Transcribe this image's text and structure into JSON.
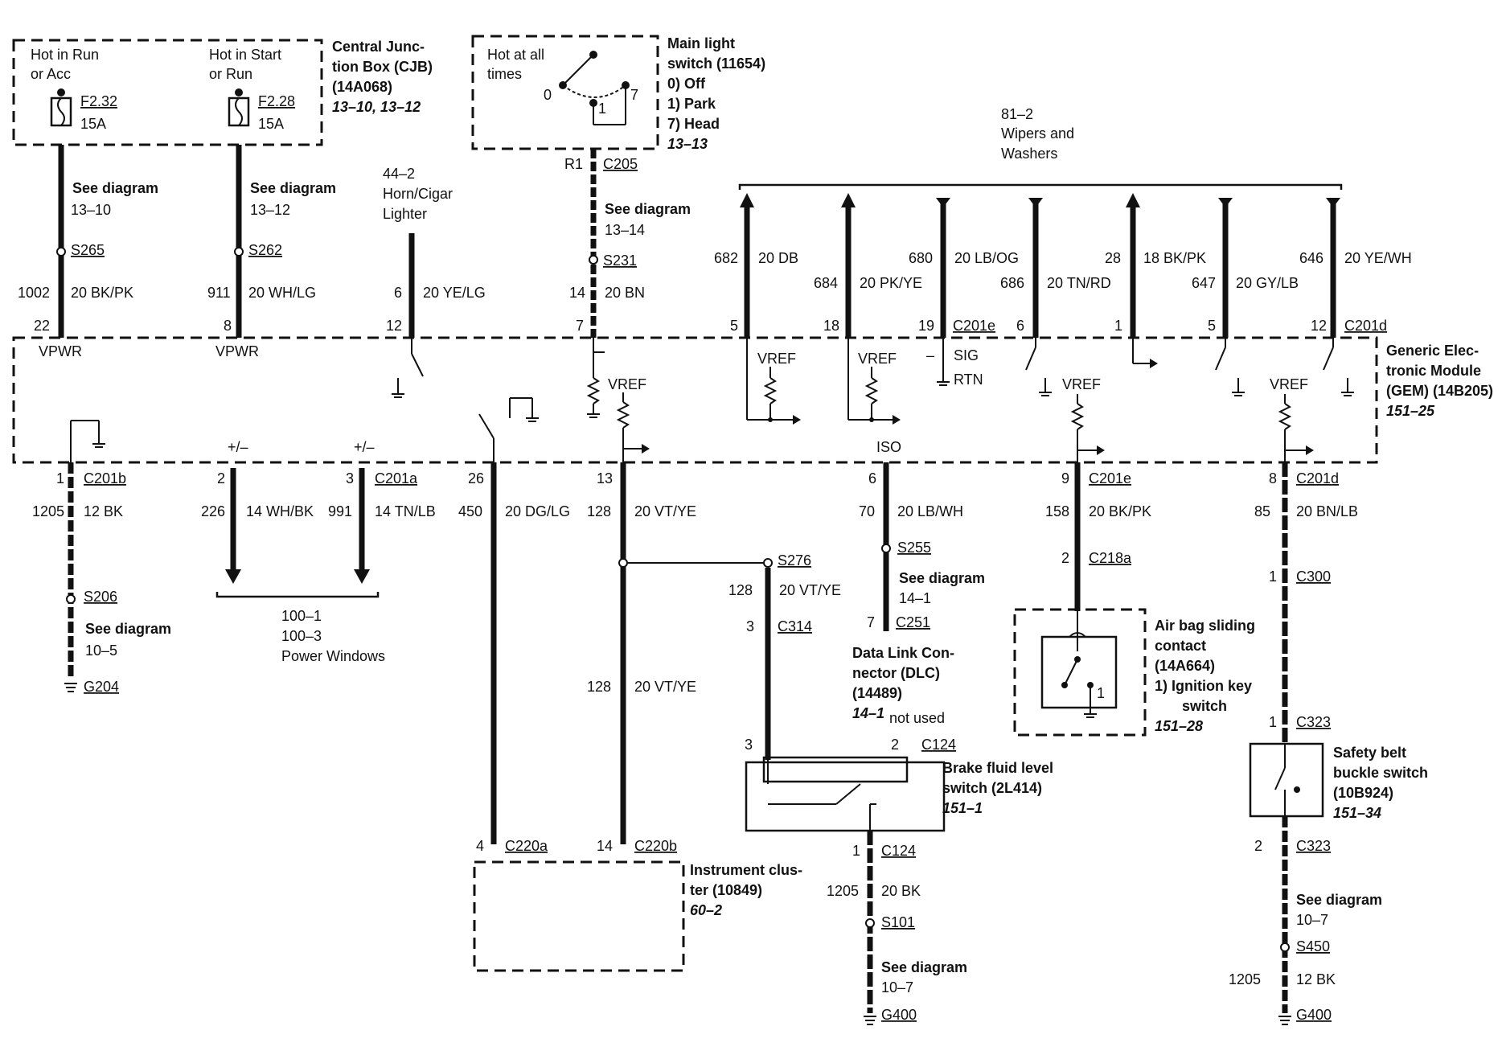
{
  "cjb": {
    "label1": "Hot in Run",
    "label2": "or Acc",
    "label3": "Hot in Start",
    "label4": "or Run",
    "fuse1": "F2.32",
    "fuse1_amp": "15A",
    "fuse2": "F2.28",
    "fuse2_amp": "15A",
    "title1": "Central Junc-",
    "title2": "tion Box (CJB)",
    "title3": "(14A068)",
    "ref": "13–10, 13–12"
  },
  "light_switch": {
    "hot1": "Hot at all",
    "hot2": "times",
    "pos0": "0",
    "pos1": "1",
    "pos7": "7",
    "title1": "Main light",
    "title2": "switch (11654)",
    "opt0": "0)   Off",
    "opt1": "1)   Park",
    "opt7": "7)   Head",
    "ref": "13–13",
    "pin": "R1",
    "conn": "C205"
  },
  "wipers": {
    "code": "81–2",
    "l1": "Wipers and",
    "l2": "Washers"
  },
  "horn": {
    "code": "44–2",
    "l1": "Horn/Cigar",
    "l2": "Lighter"
  },
  "upper_wires": {
    "see1": "See diagram",
    "see1_ref": "13–10",
    "s265": "S265",
    "w1_circuit": "1002",
    "w1_gauge": "20 BK/PK",
    "w1_pin": "22",
    "w1_sig": "VPWR",
    "see2": "See diagram",
    "see2_ref": "13–12",
    "s262": "S262",
    "w2_circuit": "911",
    "w2_gauge": "20 WH/LG",
    "w2_pin": "8",
    "w2_sig": "VPWR",
    "w3_circuit": "6",
    "w3_gauge": "20 YE/LG",
    "w3_pin": "12",
    "see4": "See diagram",
    "see4_ref": "13–14",
    "s231": "S231",
    "w4_circuit": "14",
    "w4_gauge": "20 BN",
    "w4_pin": "7"
  },
  "wiper_wires": [
    {
      "circuit": "682",
      "gauge": "20 DB",
      "pin": "5"
    },
    {
      "circuit": "684",
      "gauge": "20 PK/YE",
      "pin": "18"
    },
    {
      "circuit": "680",
      "gauge": "20 LB/OG",
      "pin": "19",
      "conn": "C201e"
    },
    {
      "circuit": "686",
      "gauge": "20 TN/RD",
      "pin": "6"
    },
    {
      "circuit": "28",
      "gauge": "18 BK/PK",
      "pin": "1"
    },
    {
      "circuit": "647",
      "gauge": "20 GY/LB",
      "pin": "5"
    },
    {
      "circuit": "646",
      "gauge": "20 YE/WH",
      "pin": "12",
      "conn": "C201d"
    }
  ],
  "gem": {
    "title1": "Generic Elec-",
    "title2": "tronic Module",
    "title3": "(GEM) (14B205)",
    "ref": "151–25",
    "vref": "VREF",
    "sig": "SIG",
    "rtn": "RTN",
    "iso": "ISO",
    "pm": "+/–",
    "dash": "–"
  },
  "lower": {
    "w1_pin": "1",
    "w1_conn": "C201b",
    "w1_circuit": "1205",
    "w1_gauge": "12 BK",
    "s206": "S206",
    "see1": "See diagram",
    "see1_ref": "10–5",
    "g204": "G204",
    "w2_pin": "2",
    "w2_circuit": "226",
    "w2_gauge": "14 WH/BK",
    "w3_pin": "3",
    "w3_conn": "C201a",
    "w3_circuit": "991",
    "w3_gauge": "14 TN/LB",
    "pw1": "100–1",
    "pw2": "100–3",
    "pw3": "Power Windows",
    "w4_pin": "26",
    "w4_circuit": "450",
    "w4_gauge": "20 DG/LG",
    "w5_pin": "13",
    "w5_circuit": "128",
    "w5_gauge": "20 VT/YE",
    "s276": "S276",
    "w5b_circuit": "128",
    "w5b_gauge": "20 VT/YE",
    "c314_pin": "3",
    "c314": "C314",
    "w5c_circuit": "128",
    "w5c_gauge": "20 VT/YE",
    "w6_pin": "6",
    "w6_circuit": "70",
    "w6_gauge": "20 LB/WH",
    "s255": "S255",
    "see6": "See diagram",
    "see6_ref": "14–1",
    "c251_pin": "7",
    "c251": "C251",
    "dlc1": "Data Link Con-",
    "dlc2": "nector (DLC)",
    "dlc3": "(14489)",
    "dlc_ref": "14–1",
    "not_used": "not used",
    "w7_pin": "9",
    "w7_conn": "C201e",
    "w7_circuit": "158",
    "w7_gauge": "20 BK/PK",
    "c218_pin": "2",
    "c218": "C218a",
    "w8_pin": "8",
    "w8_conn": "C201d",
    "w8_circuit": "85",
    "w8_gauge": "20 BN/LB",
    "c300_pin": "1",
    "c300": "C300"
  },
  "airbag": {
    "title1": "Air bag sliding",
    "title2": "contact",
    "title3": "(14A664)",
    "item1": "1)     Ignition key",
    "item2": "switch",
    "ref": "151–28",
    "pos": "1"
  },
  "brake": {
    "pin3": "3",
    "pin2": "2",
    "conn": "C124",
    "title1": "Brake fluid level",
    "title2": "switch (2L414)",
    "ref": "151–1",
    "pin1": "1",
    "conn2": "C124",
    "circuit": "1205",
    "gauge": "20 BK",
    "s101": "S101",
    "see": "See diagram",
    "see_ref": "10–7",
    "g400": "G400"
  },
  "cluster": {
    "pin4": "4",
    "c220a": "C220a",
    "pin14": "14",
    "c220b": "C220b",
    "title1": "Instrument clus-",
    "title2": "ter (10849)",
    "ref": "60–2"
  },
  "belt": {
    "pin1": "1",
    "c323": "C323",
    "title1": "Safety belt",
    "title2": "buckle switch",
    "title3": "(10B924)",
    "ref": "151–34",
    "pin2": "2",
    "c323b": "C323",
    "see": "See diagram",
    "see_ref": "10–7",
    "s450": "S450",
    "circuit": "1205",
    "gauge": "12 BK",
    "g400": "G400"
  }
}
